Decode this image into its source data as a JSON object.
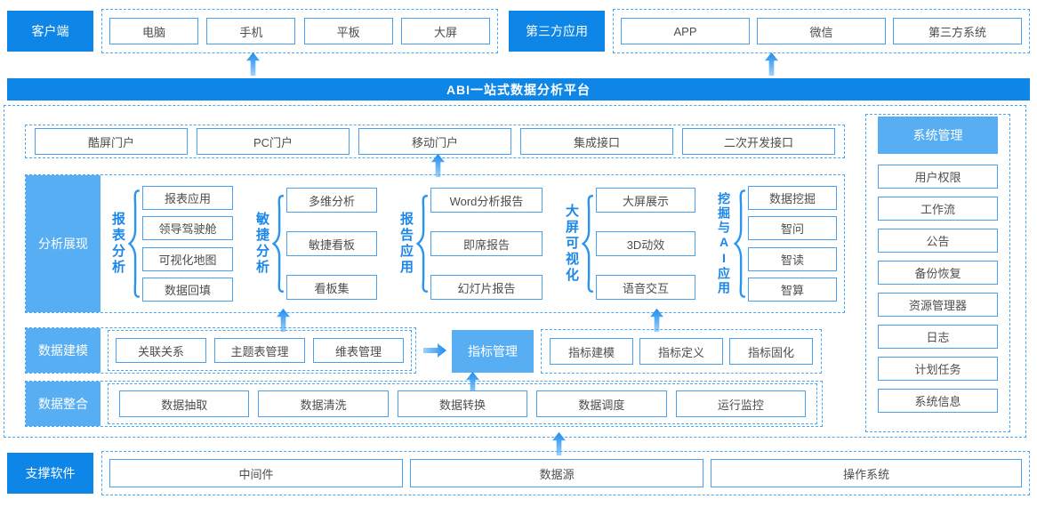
{
  "colors": {
    "deep_blue": "#0e86e8",
    "light_blue": "#58aef3",
    "box_border": "#4aa0ee",
    "dashed_border": "#4fa5f0",
    "text": "#4d4d4d",
    "group_title_blue": "#1c87ea"
  },
  "top": {
    "client": {
      "label": "客户端",
      "items": [
        "电脑",
        "手机",
        "平板",
        "大屏"
      ]
    },
    "third_party": {
      "label": "第三方应用",
      "items": [
        "APP",
        "微信",
        "第三方系统"
      ]
    }
  },
  "banner": {
    "title": "ABI一站式数据分析平台"
  },
  "portals": {
    "items": [
      "酷屏门户",
      "PC门户",
      "移动门户",
      "集成接口",
      "二次开发接口"
    ]
  },
  "analysis": {
    "label": "分析展现",
    "groups": [
      {
        "name": "报表分析",
        "items": [
          "报表应用",
          "领导驾驶舱",
          "可视化地图",
          "数据回填"
        ]
      },
      {
        "name": "敏捷分析",
        "items": [
          "多维分析",
          "敏捷看板",
          "看板集"
        ]
      },
      {
        "name": "报告应用",
        "items": [
          "Word分析报告",
          "即席报告",
          "幻灯片报告"
        ]
      },
      {
        "name": "大屏可视化",
        "items": [
          "大屏展示",
          "3D动效",
          "语音交互"
        ]
      },
      {
        "name": "挖掘与AI应用",
        "items": [
          "数据挖掘",
          "智问",
          "智读",
          "智算"
        ]
      }
    ]
  },
  "modeling": {
    "label": "数据建模",
    "items": [
      "关联关系",
      "主题表管理",
      "维表管理"
    ],
    "indicator": {
      "label": "指标管理",
      "items": [
        "指标建模",
        "指标定义",
        "指标固化"
      ]
    }
  },
  "integration": {
    "label": "数据整合",
    "items": [
      "数据抽取",
      "数据清洗",
      "数据转换",
      "数据调度",
      "运行监控"
    ]
  },
  "sysmgmt": {
    "label": "系统管理",
    "items": [
      "用户权限",
      "工作流",
      "公告",
      "备份恢复",
      "资源管理器",
      "日志",
      "计划任务",
      "系统信息"
    ]
  },
  "support": {
    "label": "支撑软件",
    "items": [
      "中间件",
      "数据源",
      "操作系统"
    ]
  }
}
